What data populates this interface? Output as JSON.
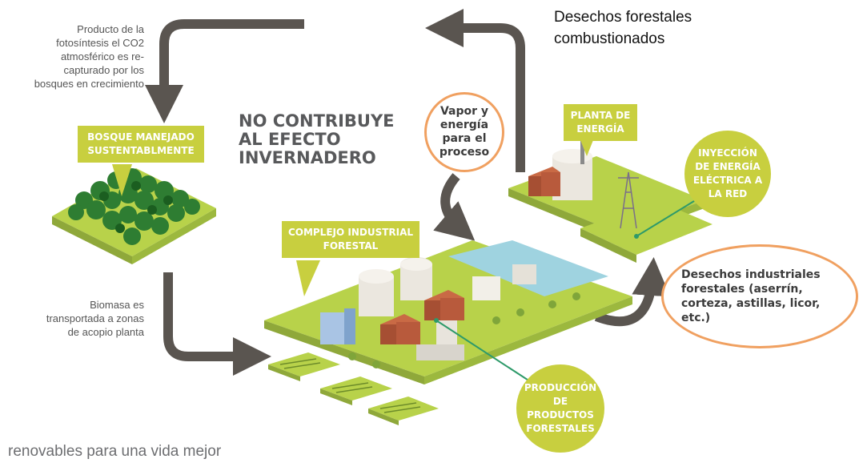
{
  "notes": {
    "co2_recapture": "Producto de la fotosíntesis el CO2 atmosférico es re-capturado por los bosques en crecimiento",
    "biomass_transport": "Biomasa es transportada a zonas de acopio planta"
  },
  "headline": "NO CONTRIBUYE AL EFECTO INVERNADERO",
  "labels": {
    "forest": "BOSQUE MANEJADO SUSTENTABLMENTE",
    "industrial_complex": "COMPLEJO INDUSTRIAL FORESTAL",
    "power_plant": "PLANTA DE ENERGÍA",
    "grid_injection": "INYECCIÓN DE ENERGÍA ELÉCTRICA A LA RED",
    "forest_products": "PRODUCCIÓN DE PRODUCTOS FORESTALES"
  },
  "ovals": {
    "steam_energy": "Vapor y energía para el proceso",
    "industrial_waste": "Desechos industriales forestales (aserrín, corteza, astillas, licor, etc.)"
  },
  "burned_waste": "Desechos forestales combustionados",
  "footer": "renovables para una vida mejor",
  "colors": {
    "accent_green": "#c8cf3f",
    "ground_green": "#b8d24a",
    "arrow_gray": "#5a5550",
    "oval_orange": "#f0a060",
    "tree_green": "#2e7d32"
  }
}
